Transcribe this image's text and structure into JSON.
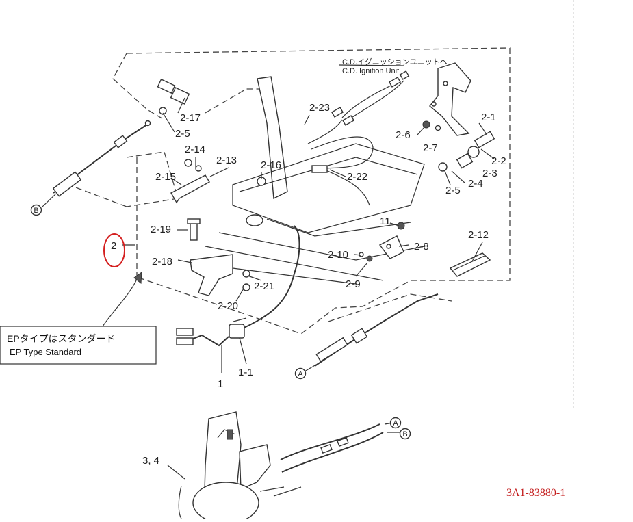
{
  "ignition_note": {
    "jp": "C.D.イグニッションユニットへ",
    "en": "C.D. Ignition Unit"
  },
  "ep_note": {
    "jp": "EPタイプはスタンダード",
    "en": "EP Type Standard"
  },
  "callouts": {
    "A": "A",
    "B": "B"
  },
  "labels": {
    "p2": "2",
    "p2_1": "2-1",
    "p2_2": "2-2",
    "p2_3": "2-3",
    "p2_4": "2-4",
    "p2_5a": "2-5",
    "p2_5b": "2-5",
    "p2_6": "2-6",
    "p2_7": "2-7",
    "p2_8": "2-8",
    "p2_9": "2-9",
    "p2_10": "2-10",
    "p11": "11",
    "p2_12": "2-12",
    "p2_13": "2-13",
    "p2_14": "2-14",
    "p2_15": "2-15",
    "p2_16": "2-16",
    "p2_17": "2-17",
    "p2_18": "2-18",
    "p2_19": "2-19",
    "p2_20": "2-20",
    "p2_21": "2-21",
    "p2_22": "2-22",
    "p2_23": "2-23",
    "p1": "1",
    "p1_1": "1-1",
    "p3_4": "3, 4"
  },
  "catalog_code": "3A1-83880-1",
  "highlight_color": "#d42020"
}
